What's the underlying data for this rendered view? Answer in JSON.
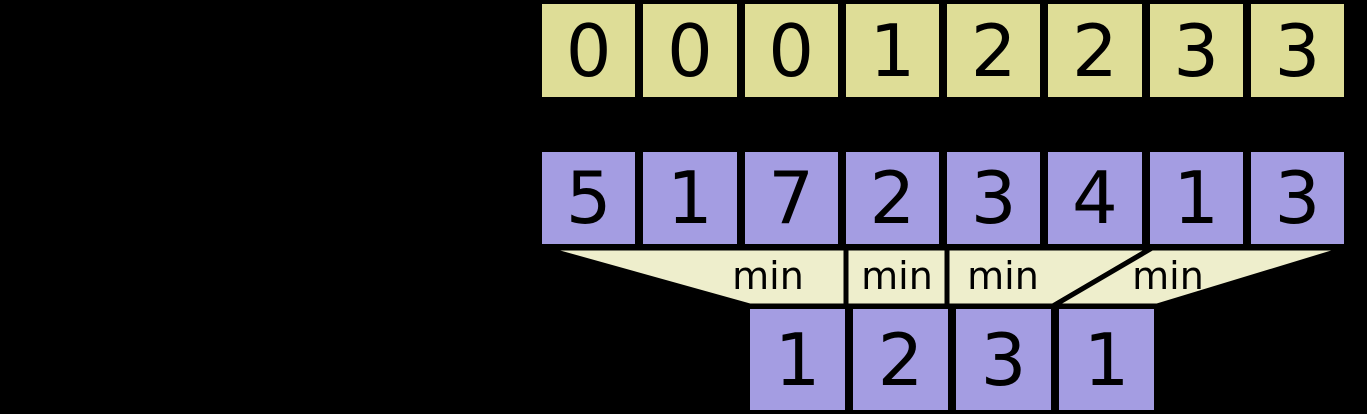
{
  "diagram": {
    "title": "min-reduction-array-diagram",
    "colors": {
      "background": "#000000",
      "index_row_fill": "#dedd97",
      "data_row_fill": "#a49de2",
      "result_row_fill": "#a49de2",
      "funnel_fill": "#eeeecc",
      "stroke": "#000000",
      "text": "#000000"
    },
    "rows": {
      "index_row": {
        "name": "segment-index-row",
        "cells": [
          "0",
          "0",
          "0",
          "1",
          "2",
          "2",
          "3",
          "3"
        ]
      },
      "data_row": {
        "name": "input-values-row",
        "cells": [
          "5",
          "1",
          "7",
          "2",
          "3",
          "4",
          "1",
          "3"
        ]
      },
      "result_row": {
        "name": "reduced-minimum-row",
        "cells": [
          "1",
          "2",
          "3",
          "1"
        ]
      }
    },
    "funnel": {
      "name": "min-reduction-band",
      "operation_label": "min",
      "segments": [
        {
          "label": "min",
          "source_cells": [
            0,
            1,
            2
          ],
          "result_index": 0
        },
        {
          "label": "min",
          "source_cells": [
            3
          ],
          "result_index": 1
        },
        {
          "label": "min",
          "source_cells": [
            4,
            5
          ],
          "result_index": 2
        },
        {
          "label": "min",
          "source_cells": [
            6,
            7
          ],
          "result_index": 3
        }
      ]
    }
  }
}
